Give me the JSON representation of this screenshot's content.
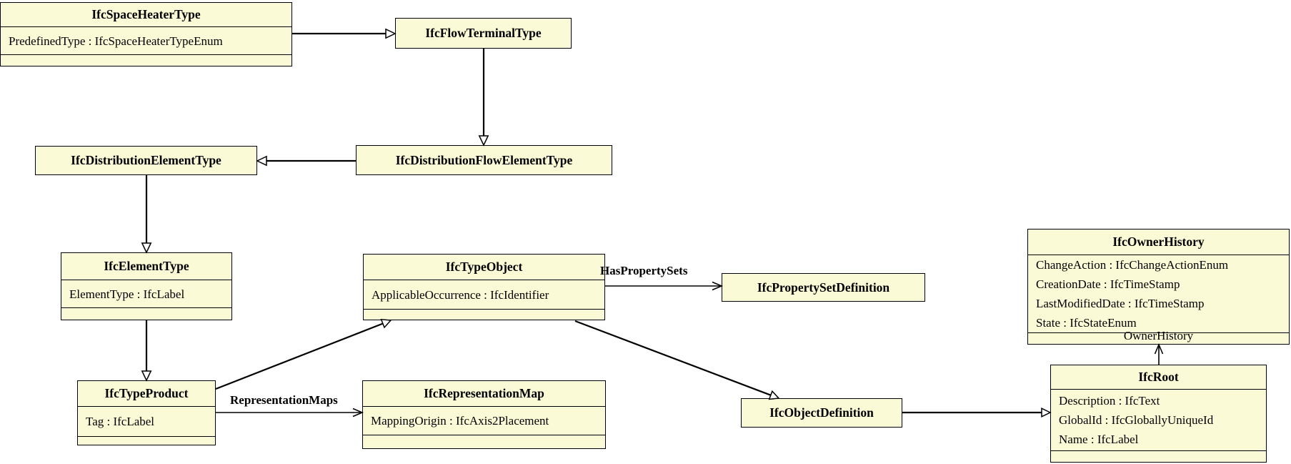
{
  "diagram": {
    "colors": {
      "background": "#FFFFFF",
      "node_fill": "#FBFAD6",
      "node_border": "#000000",
      "edge_line": "#000000"
    },
    "nodes": [
      {
        "id": "IfcSpaceHeaterType",
        "title": "IfcSpaceHeaterType",
        "attributes": [
          "PredefinedType : IfcSpaceHeaterTypeEnum"
        ]
      },
      {
        "id": "IfcFlowTerminalType",
        "title": "IfcFlowTerminalType",
        "attributes": []
      },
      {
        "id": "IfcDistributionElementType",
        "title": "IfcDistributionElementType",
        "attributes": []
      },
      {
        "id": "IfcDistributionFlowElementType",
        "title": "IfcDistributionFlowElementType",
        "attributes": []
      },
      {
        "id": "IfcElementType",
        "title": "IfcElementType",
        "attributes": [
          "ElementType : IfcLabel"
        ]
      },
      {
        "id": "IfcTypeObject",
        "title": "IfcTypeObject",
        "attributes": [
          "ApplicableOccurrence : IfcIdentifier"
        ]
      },
      {
        "id": "IfcPropertySetDefinition",
        "title": "IfcPropertySetDefinition",
        "attributes": []
      },
      {
        "id": "IfcOwnerHistory",
        "title": "IfcOwnerHistory",
        "attributes": [
          "ChangeAction : IfcChangeActionEnum",
          "CreationDate : IfcTimeStamp",
          "LastModifiedDate : IfcTimeStamp",
          "State : IfcStateEnum"
        ]
      },
      {
        "id": "IfcTypeProduct",
        "title": "IfcTypeProduct",
        "attributes": [
          "Tag : IfcLabel"
        ]
      },
      {
        "id": "IfcRepresentationMap",
        "title": "IfcRepresentationMap",
        "attributes": [
          "MappingOrigin : IfcAxis2Placement"
        ]
      },
      {
        "id": "IfcObjectDefinition",
        "title": "IfcObjectDefinition",
        "attributes": []
      },
      {
        "id": "IfcRoot",
        "title": "IfcRoot",
        "attributes": [
          "Description : IfcText",
          "GlobalId : IfcGloballyUniqueId",
          "Name : IfcLabel"
        ]
      }
    ],
    "edges": [
      {
        "from": "IfcSpaceHeaterType",
        "to": "IfcFlowTerminalType",
        "type": "generalization"
      },
      {
        "from": "IfcFlowTerminalType",
        "to": "IfcDistributionFlowElementType",
        "type": "generalization"
      },
      {
        "from": "IfcDistributionFlowElementType",
        "to": "IfcDistributionElementType",
        "type": "generalization"
      },
      {
        "from": "IfcDistributionElementType",
        "to": "IfcElementType",
        "type": "generalization"
      },
      {
        "from": "IfcElementType",
        "to": "IfcTypeProduct",
        "type": "generalization"
      },
      {
        "from": "IfcTypeProduct",
        "to": "IfcTypeObject",
        "type": "generalization"
      },
      {
        "from": "IfcTypeObject",
        "to": "IfcObjectDefinition",
        "type": "generalization"
      },
      {
        "from": "IfcObjectDefinition",
        "to": "IfcRoot",
        "type": "generalization"
      },
      {
        "from": "IfcTypeObject",
        "to": "IfcPropertySetDefinition",
        "type": "association",
        "label": "HasPropertySets"
      },
      {
        "from": "IfcTypeProduct",
        "to": "IfcRepresentationMap",
        "type": "association",
        "label": "RepresentationMaps"
      },
      {
        "from": "IfcRoot",
        "to": "IfcOwnerHistory",
        "type": "association",
        "label": "OwnerHistory"
      }
    ]
  }
}
